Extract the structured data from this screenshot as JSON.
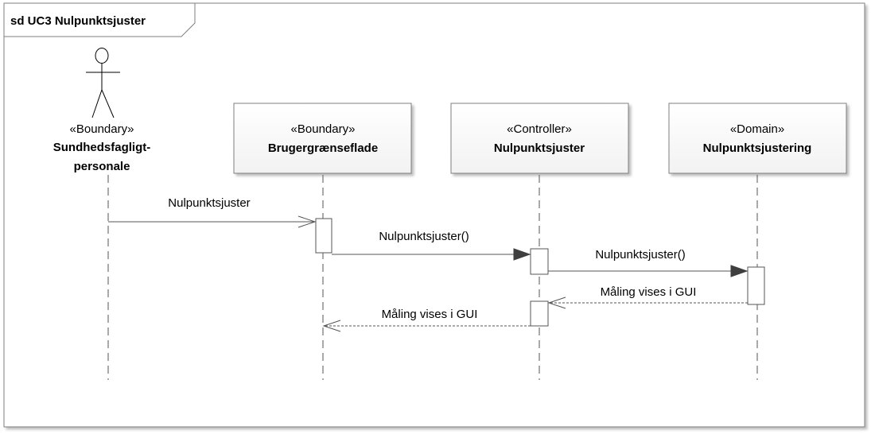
{
  "frame": {
    "title": "sd UC3 Nulpunktsjuster"
  },
  "actor": {
    "stereotype": "«Boundary»",
    "name_line1": "Sundhedsfagligt-",
    "name_line2": "personale"
  },
  "lifelines": [
    {
      "stereotype": "«Boundary»",
      "name": "Brugergrænseflade"
    },
    {
      "stereotype": "«Controller»",
      "name": "Nulpunktsjuster"
    },
    {
      "stereotype": "«Domain»",
      "name": "Nulpunktsjustering"
    }
  ],
  "messages": [
    {
      "label": "Nulpunktsjuster",
      "kind": "async"
    },
    {
      "label": "Nulpunktsjuster()",
      "kind": "sync"
    },
    {
      "label": "Nulpunktsjuster()",
      "kind": "sync"
    },
    {
      "label": "Måling vises i GUI",
      "kind": "reply"
    },
    {
      "label": "Måling vises i GUI",
      "kind": "reply"
    }
  ]
}
